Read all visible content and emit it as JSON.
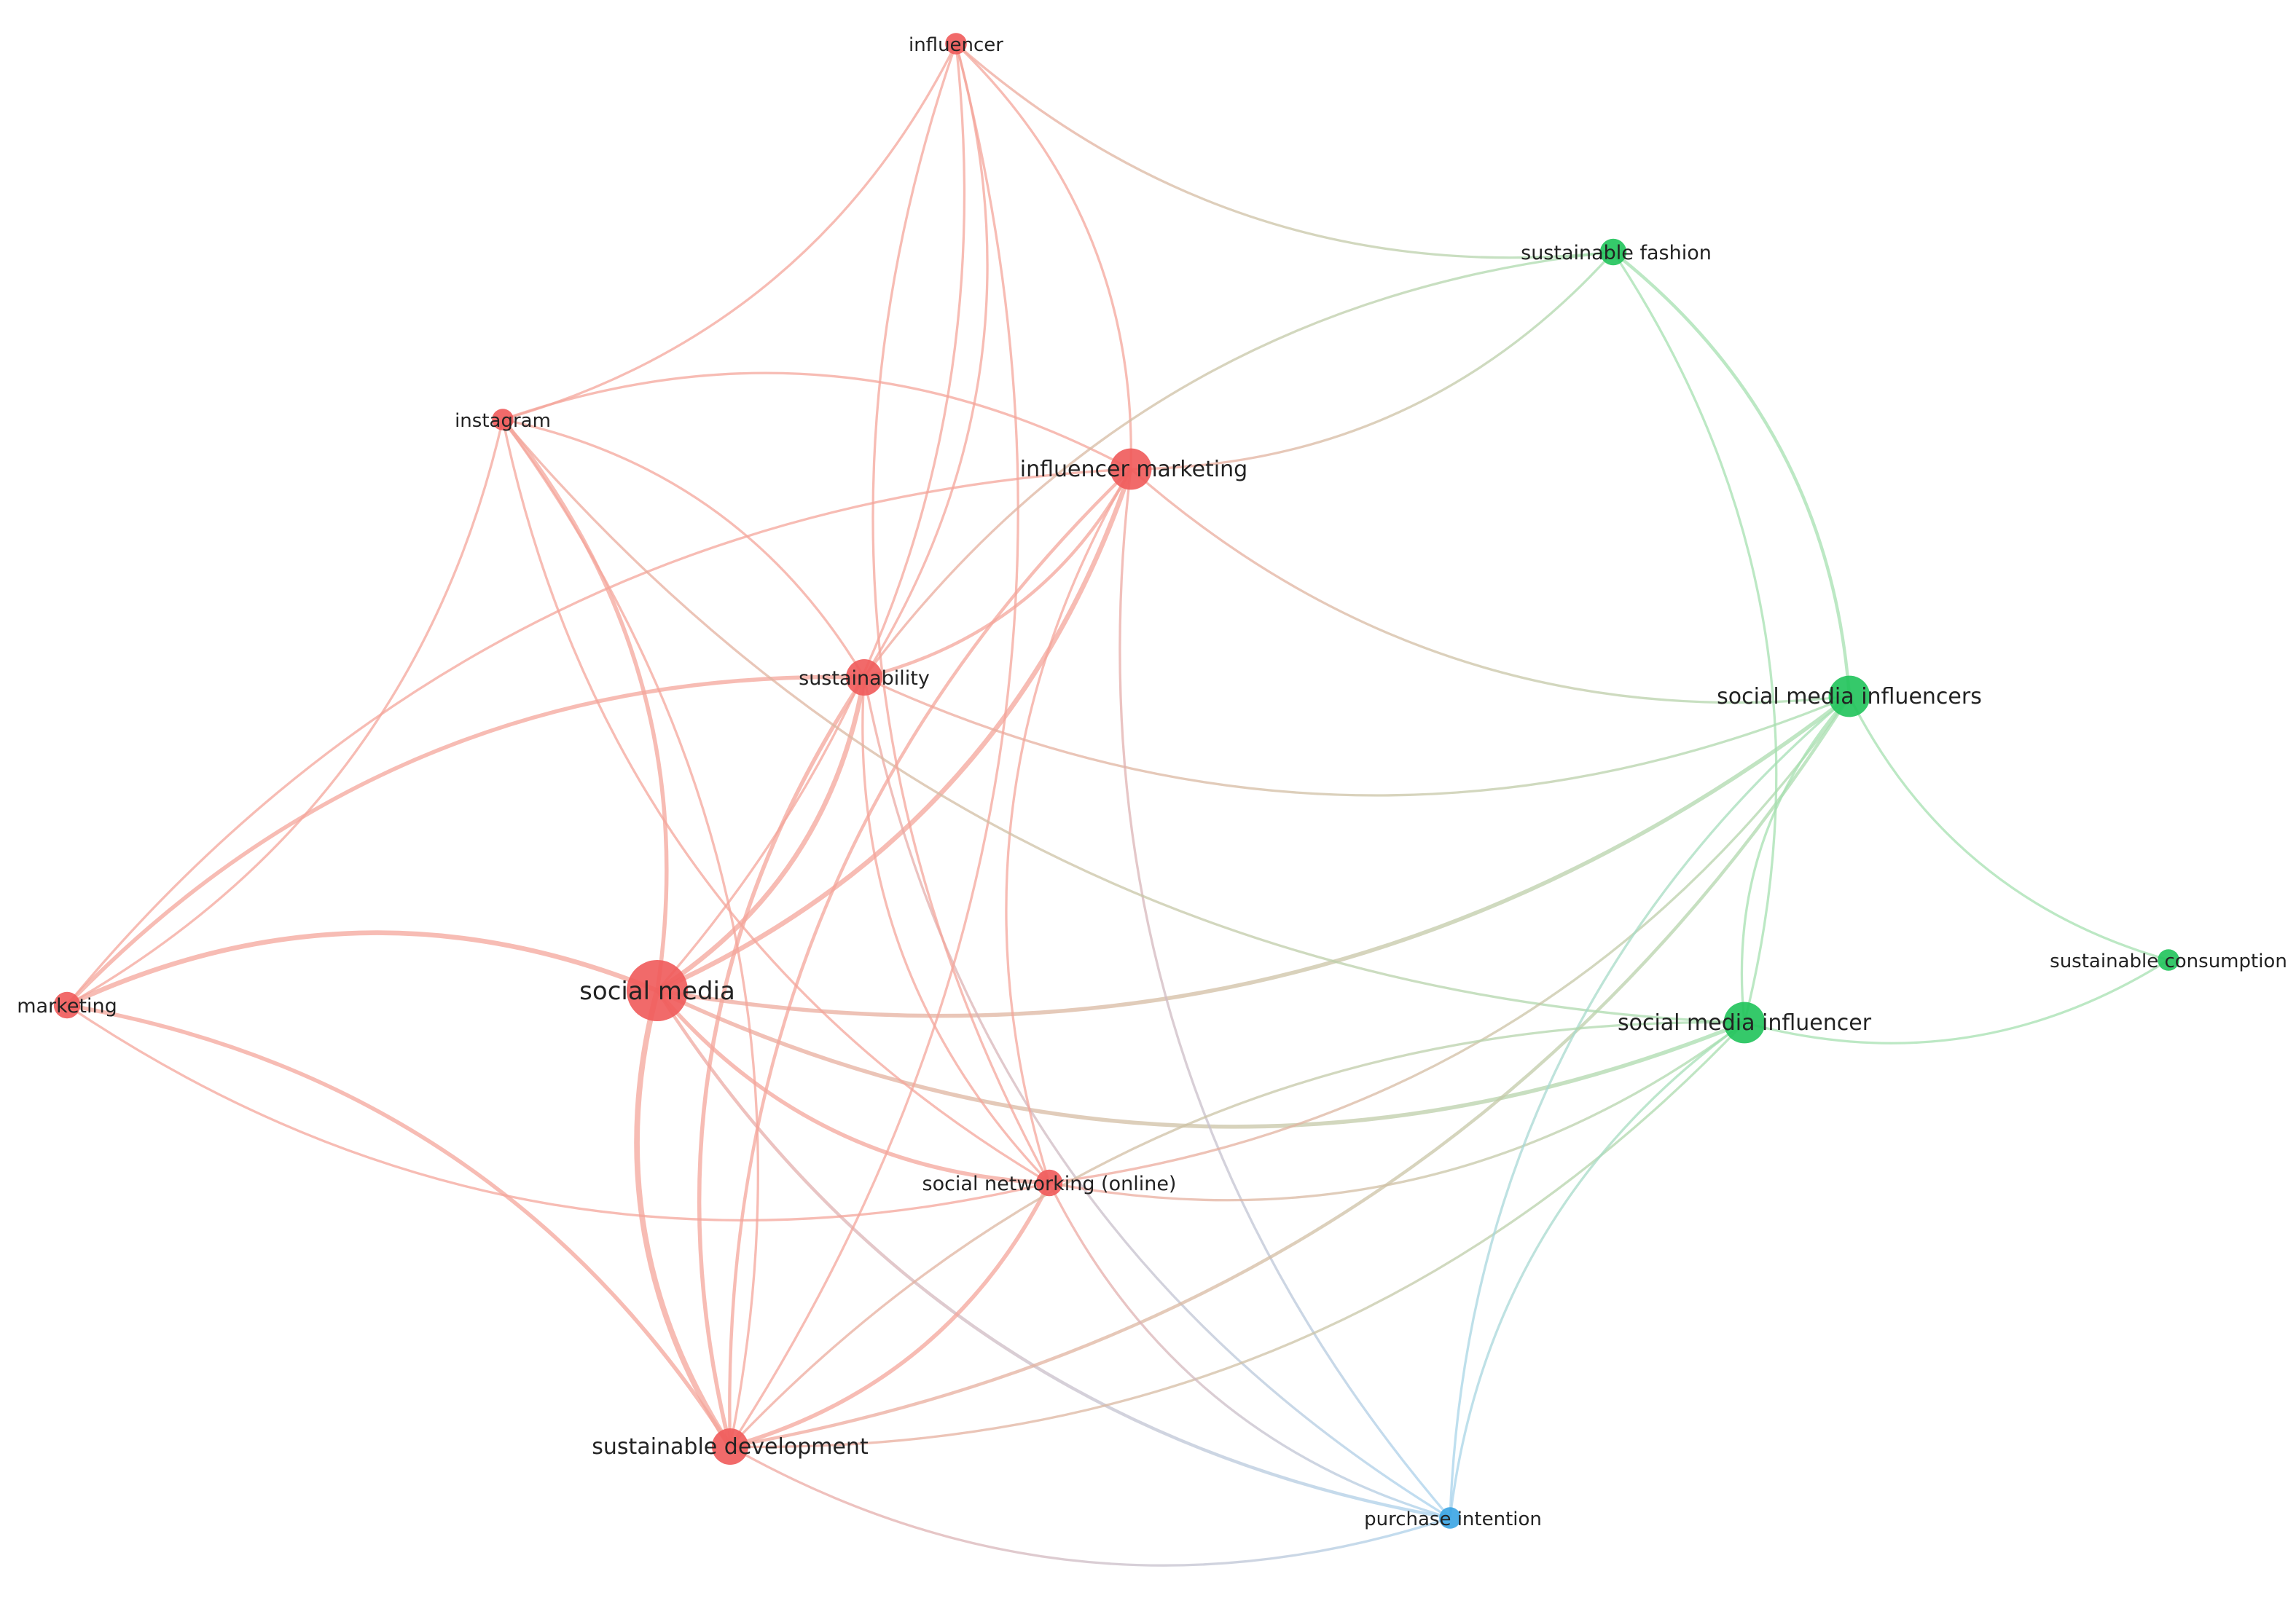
{
  "diagram": {
    "type": "keyword-co-occurrence-network",
    "clusters": [
      {
        "id": "red",
        "color": "#f05a5a",
        "link_color": "#f4a59b"
      },
      {
        "id": "green",
        "color": "#1fc35a",
        "link_color": "#a6e0b0"
      },
      {
        "id": "blue",
        "color": "#3aa4e3",
        "link_color": "#a9d3ee"
      }
    ],
    "nodes": [
      {
        "id": "social_media",
        "label": "social media",
        "cluster": "red",
        "weight": 10
      },
      {
        "id": "sustainability",
        "label": "sustainability",
        "cluster": "red",
        "weight": 5
      },
      {
        "id": "influencer_marketing",
        "label": "influencer marketing",
        "cluster": "red",
        "weight": 6
      },
      {
        "id": "sustainable_development",
        "label": "sustainable development",
        "cluster": "red",
        "weight": 5
      },
      {
        "id": "marketing",
        "label": "marketing",
        "cluster": "red",
        "weight": 3
      },
      {
        "id": "instagram",
        "label": "instagram",
        "cluster": "red",
        "weight": 2
      },
      {
        "id": "influencer",
        "label": "influencer",
        "cluster": "red",
        "weight": 2
      },
      {
        "id": "social_networking",
        "label": "social networking (online)",
        "cluster": "red",
        "weight": 3
      },
      {
        "id": "social_media_influencers",
        "label": "social media influencers",
        "cluster": "green",
        "weight": 6
      },
      {
        "id": "social_media_influencer",
        "label": "social media influencer",
        "cluster": "green",
        "weight": 6
      },
      {
        "id": "sustainable_fashion",
        "label": "sustainable fashion",
        "cluster": "green",
        "weight": 3
      },
      {
        "id": "sustainable_consumption",
        "label": "sustainable consumption",
        "cluster": "green",
        "weight": 2
      },
      {
        "id": "purchase_intention",
        "label": "purchase intention",
        "cluster": "blue",
        "weight": 2
      }
    ],
    "links": [
      {
        "source": "social_media",
        "target": "sustainability",
        "strength": 4
      },
      {
        "source": "social_media",
        "target": "influencer_marketing",
        "strength": 4
      },
      {
        "source": "social_media",
        "target": "sustainable_development",
        "strength": 5
      },
      {
        "source": "social_media",
        "target": "marketing",
        "strength": 4
      },
      {
        "source": "social_media",
        "target": "instagram",
        "strength": 3
      },
      {
        "source": "social_media",
        "target": "social_networking",
        "strength": 3
      },
      {
        "source": "social_media",
        "target": "social_media_influencers",
        "strength": 3
      },
      {
        "source": "social_media",
        "target": "social_media_influencer",
        "strength": 3
      },
      {
        "source": "social_media",
        "target": "purchase_intention",
        "strength": 2
      },
      {
        "source": "social_media",
        "target": "influencer",
        "strength": 1
      },
      {
        "source": "sustainability",
        "target": "influencer_marketing",
        "strength": 2
      },
      {
        "source": "sustainability",
        "target": "sustainable_development",
        "strength": 3
      },
      {
        "source": "sustainability",
        "target": "marketing",
        "strength": 3
      },
      {
        "source": "sustainability",
        "target": "instagram",
        "strength": 1
      },
      {
        "source": "sustainability",
        "target": "influencer",
        "strength": 1
      },
      {
        "source": "sustainability",
        "target": "social_networking",
        "strength": 1
      },
      {
        "source": "sustainability",
        "target": "social_media_influencers",
        "strength": 1
      },
      {
        "source": "sustainability",
        "target": "purchase_intention",
        "strength": 1
      },
      {
        "source": "influencer_marketing",
        "target": "sustainable_development",
        "strength": 2
      },
      {
        "source": "influencer_marketing",
        "target": "marketing",
        "strength": 1
      },
      {
        "source": "influencer_marketing",
        "target": "instagram",
        "strength": 1
      },
      {
        "source": "influencer_marketing",
        "target": "influencer",
        "strength": 1
      },
      {
        "source": "influencer_marketing",
        "target": "sustainable_fashion",
        "strength": 1
      },
      {
        "source": "influencer_marketing",
        "target": "social_media_influencers",
        "strength": 1
      },
      {
        "source": "influencer_marketing",
        "target": "purchase_intention",
        "strength": 1
      },
      {
        "source": "influencer_marketing",
        "target": "social_networking",
        "strength": 1
      },
      {
        "source": "sustainable_development",
        "target": "marketing",
        "strength": 3
      },
      {
        "source": "sustainable_development",
        "target": "instagram",
        "strength": 1
      },
      {
        "source": "sustainable_development",
        "target": "influencer",
        "strength": 1
      },
      {
        "source": "sustainable_development",
        "target": "social_networking",
        "strength": 3
      },
      {
        "source": "sustainable_development",
        "target": "social_media_influencers",
        "strength": 2
      },
      {
        "source": "sustainable_development",
        "target": "social_media_influencer",
        "strength": 1
      },
      {
        "source": "sustainable_development",
        "target": "purchase_intention",
        "strength": 1
      },
      {
        "source": "marketing",
        "target": "instagram",
        "strength": 1
      },
      {
        "source": "marketing",
        "target": "social_networking",
        "strength": 1
      },
      {
        "source": "instagram",
        "target": "influencer",
        "strength": 1
      },
      {
        "source": "instagram",
        "target": "social_networking",
        "strength": 1
      },
      {
        "source": "instagram",
        "target": "social_media_influencer",
        "strength": 1
      },
      {
        "source": "influencer",
        "target": "sustainable_fashion",
        "strength": 1
      },
      {
        "source": "influencer",
        "target": "social_networking",
        "strength": 1
      },
      {
        "source": "social_networking",
        "target": "social_media_influencers",
        "strength": 1
      },
      {
        "source": "social_networking",
        "target": "social_media_influencer",
        "strength": 1
      },
      {
        "source": "social_networking",
        "target": "purchase_intention",
        "strength": 1
      },
      {
        "source": "social_media_influencers",
        "target": "sustainable_fashion",
        "strength": 2
      },
      {
        "source": "social_media_influencers",
        "target": "sustainable_consumption",
        "strength": 1
      },
      {
        "source": "social_media_influencers",
        "target": "social_media_influencer",
        "strength": 1
      },
      {
        "source": "social_media_influencers",
        "target": "purchase_intention",
        "strength": 1
      },
      {
        "source": "social_media_influencer",
        "target": "sustainable_fashion",
        "strength": 1
      },
      {
        "source": "social_media_influencer",
        "target": "sustainable_consumption",
        "strength": 1
      },
      {
        "source": "social_media_influencer",
        "target": "purchase_intention",
        "strength": 1
      },
      {
        "source": "social_media_influencer",
        "target": "sustainable_development",
        "strength": 1
      },
      {
        "source": "sustainable_fashion",
        "target": "sustainability",
        "strength": 1
      }
    ]
  }
}
